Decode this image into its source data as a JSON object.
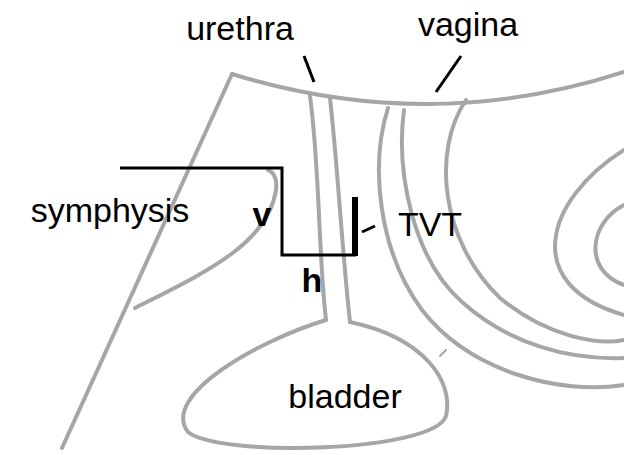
{
  "diagram": {
    "labels": [
      "urethra",
      "vagina",
      "symphysis",
      "v",
      "h",
      "TVT",
      "bladder"
    ]
  }
}
